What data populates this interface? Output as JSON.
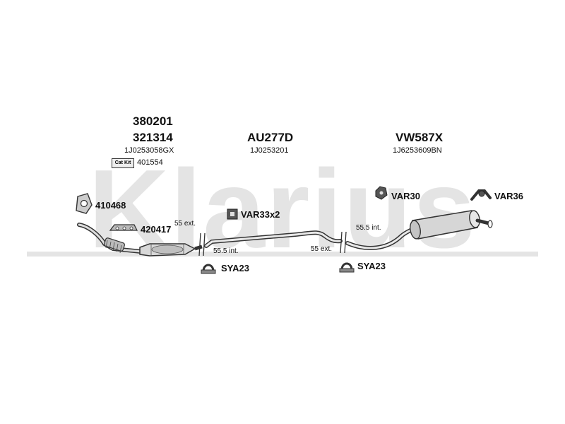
{
  "brand": {
    "watermark": "Klarius",
    "watermark_color": "#e4e4e4"
  },
  "groups": [
    {
      "codes": [
        "380201",
        "321314"
      ],
      "oem": "1J0253058GX"
    },
    {
      "codes": [
        "AU277D"
      ],
      "oem": "1J0253201"
    },
    {
      "codes": [
        "VW587X"
      ],
      "oem": "1J6253609BN"
    }
  ],
  "cat_kit": {
    "badge": "Cat Kit",
    "code": "401554"
  },
  "parts": {
    "gasket": "410468",
    "bracket": "420417",
    "mount_mid": "VAR33x2",
    "mount_rear": "VAR30",
    "hanger_rear": "VAR36",
    "clamp_front": "SYA23",
    "clamp_rear": "SYA23"
  },
  "joints": {
    "front_ext": "55 ext.",
    "front_int": "55.5 int.",
    "rear_int": "55.5 int.",
    "rear_ext": "55 ext."
  }
}
